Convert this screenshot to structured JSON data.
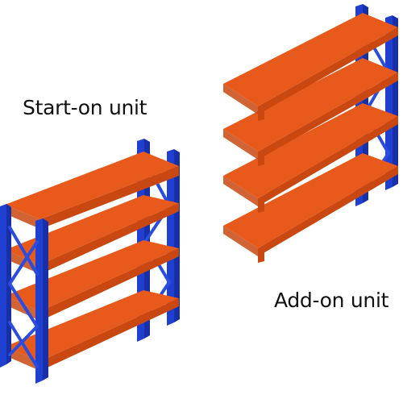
{
  "labels": {
    "start_on": "Start-on unit",
    "add_on": "Add-on unit"
  },
  "colors": {
    "shelf_top": "#e85a1c",
    "shelf_front": "#c94812",
    "shelf_back_edge": "#f07a3c",
    "upright": "#1f3fd1",
    "upright_dark": "#1730a8",
    "brace": "#2a4de0",
    "text": "#111111",
    "background": "#ffffff"
  },
  "units": {
    "start_on": {
      "shelf_count": 4,
      "upright_count": 4
    },
    "add_on": {
      "shelf_count": 4,
      "upright_count": 2
    }
  }
}
